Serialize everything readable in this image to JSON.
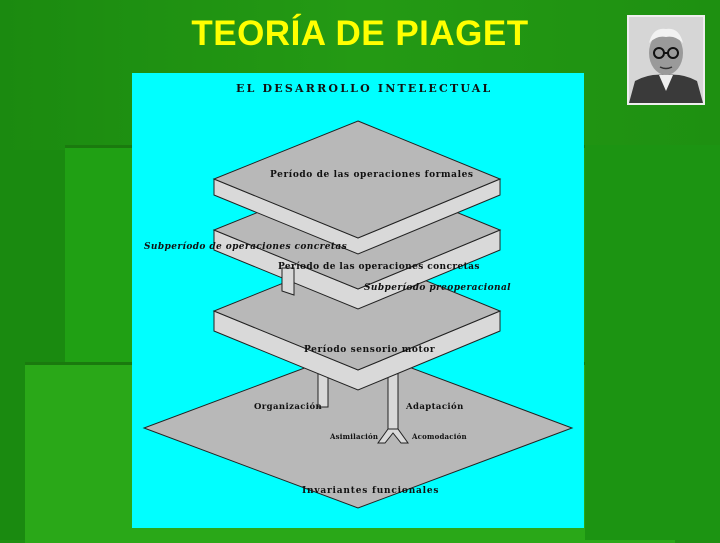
{
  "title": "TEORÍA DE PIAGET",
  "diagram": {
    "heading": "EL DESARROLLO INTELECTUAL",
    "level_formal": "Período de las operaciones formales",
    "sub_concrete": "Subperíodo de operaciones concretas",
    "level_concrete": "Período de las operaciones concretas",
    "sub_preop": "Subperíodo preoperacional",
    "level_sensorimotor": "Período sensorio motor",
    "organization": "Organización",
    "adaptation": "Adaptación",
    "assimilation": "Asimilación",
    "accommodation": "Acomodación",
    "invariants": "Invariantes funcionales"
  },
  "colors": {
    "background": "#1f8f12",
    "title": "#ffff00",
    "panel": "#00ffff",
    "slab_top": "#b8b8b8",
    "slab_side": "#d9d9d9"
  },
  "portrait": {
    "icon": "person-portrait-icon"
  }
}
